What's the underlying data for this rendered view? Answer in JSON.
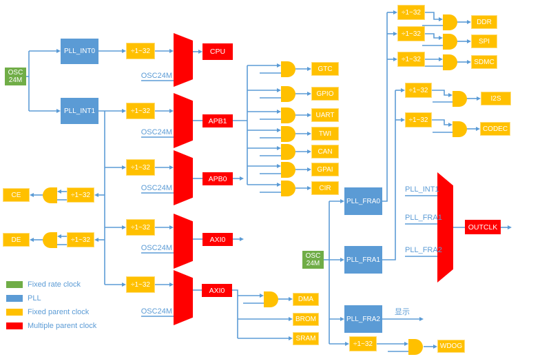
{
  "diagram": {
    "osc_source": {
      "line1": "OSC",
      "line2": "24M"
    },
    "divider_label": "÷1~32",
    "osc24m_label": "OSC24M",
    "display_label": "显示",
    "plls": {
      "int0": "PLL_INT0",
      "int1": "PLL_INT1",
      "fra0": "PLL_FRA0",
      "fra1": "PLL_FRA1",
      "fra2": "PLL_FRA2"
    },
    "clocks": {
      "cpu": "CPU",
      "apb1": "APB1",
      "apb0": "APB0",
      "axi0_top": "AXI0",
      "axi0_bottom": "AXI0",
      "outclk": "OUTCLK"
    },
    "peripherals": {
      "gtc": "GTC",
      "gpio": "GPIO",
      "uart": "UART",
      "twi": "TWI",
      "can": "CAN",
      "gpai": "GPAI",
      "cir": "CIR",
      "ce": "CE",
      "de": "DE",
      "dma": "DMA",
      "brom": "BROM",
      "sram": "SRAM",
      "ddr": "DDR",
      "spi": "SPI",
      "sdmc": "SDMC",
      "i2s": "I2S",
      "codec": "CODEC",
      "wdog": "WDOG"
    },
    "outclk_mux_inputs": {
      "in0": "PLL_INT1",
      "in1": "PLL_FRA1",
      "in2": "PLL_FRA2"
    }
  },
  "legend": {
    "items": [
      {
        "label": "Fixed rate clock",
        "color": "#70AD47"
      },
      {
        "label": "PLL",
        "color": "#5B9BD5"
      },
      {
        "label": "Fixed parent clock",
        "color": "#FFC000"
      },
      {
        "label": "Multiple parent clock",
        "color": "#FF0000"
      }
    ]
  },
  "colors": {
    "wire": "#5B9BD5",
    "fixed_rate_clock": "#70AD47",
    "pll": "#5B9BD5",
    "fixed_parent_clock": "#FFC000",
    "multiple_parent_clock": "#FF0000",
    "label_text": "#5B9BD5"
  }
}
